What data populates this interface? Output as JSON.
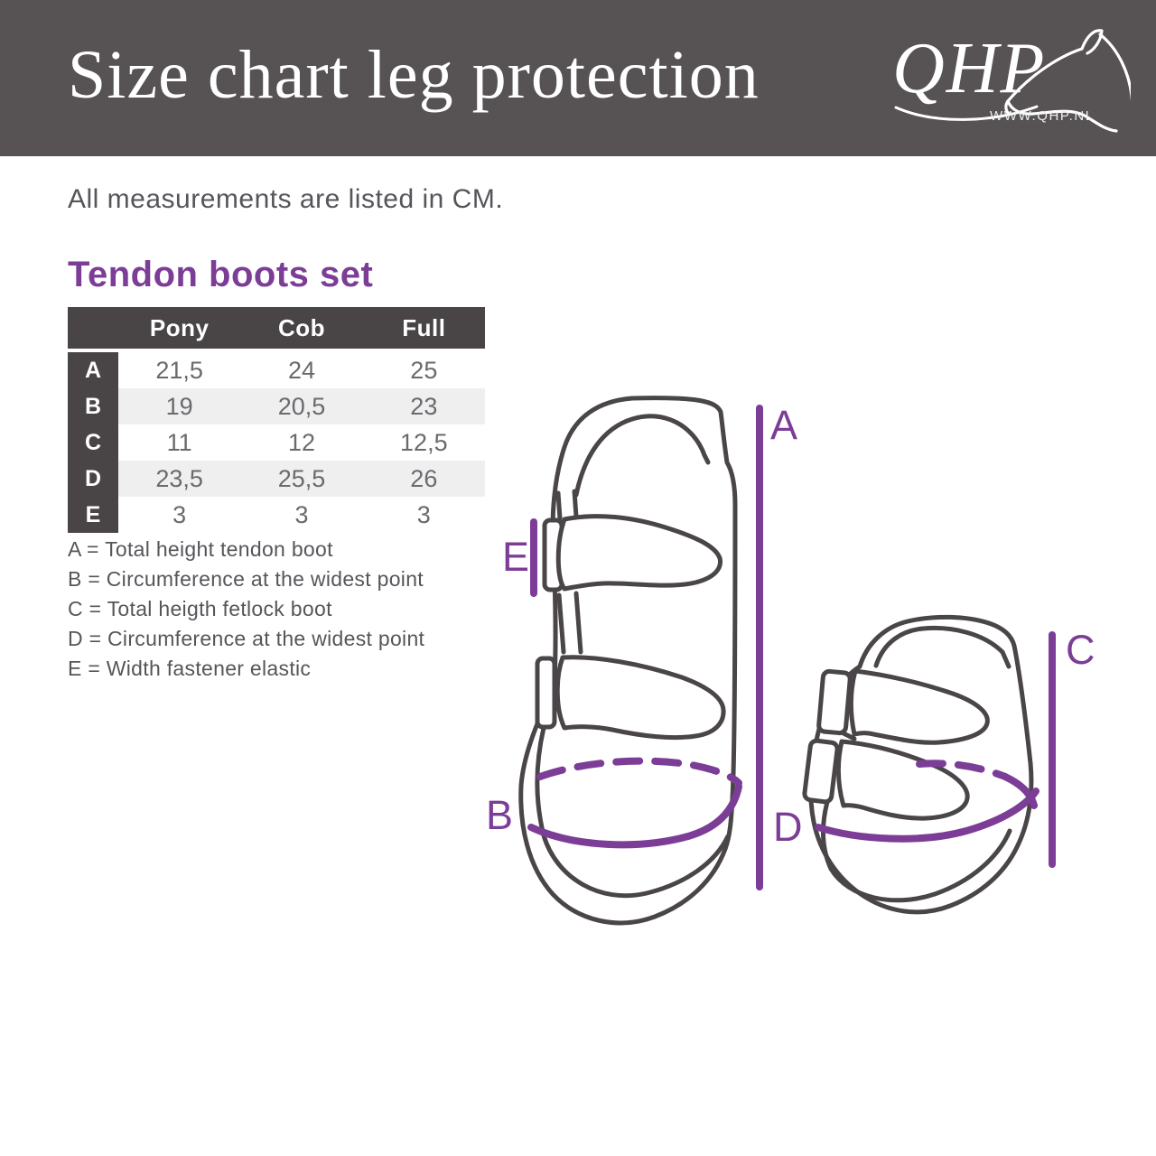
{
  "header": {
    "title": "Size chart leg protection",
    "logo": {
      "text": "QHP",
      "url": "WWW.QHP.NL"
    }
  },
  "note": "All measurements are listed in CM.",
  "section_title": "Tendon boots set",
  "table": {
    "columns": [
      "Pony",
      "Cob",
      "Full"
    ],
    "rows": [
      {
        "label": "A",
        "values": [
          "21,5",
          "24",
          "25"
        ]
      },
      {
        "label": "B",
        "values": [
          "19",
          "20,5",
          "23"
        ]
      },
      {
        "label": "C",
        "values": [
          "11",
          "12",
          "12,5"
        ]
      },
      {
        "label": "D",
        "values": [
          "23,5",
          "25,5",
          "26"
        ]
      },
      {
        "label": "E",
        "values": [
          "3",
          "3",
          "3"
        ]
      }
    ]
  },
  "legend": [
    "A = Total height tendon boot",
    "B = Circumference at the widest point",
    "C = Total heigth fetlock boot",
    "D = Circumference at the widest point",
    "E = Width fastener elastic"
  ],
  "diagram": {
    "markers": {
      "A": "A",
      "B": "B",
      "C": "C",
      "D": "D",
      "E": "E"
    }
  },
  "colors": {
    "header_bg": "#575254",
    "table_dark": "#494546",
    "row_stripe": "#f0eff0",
    "accent_purple": "#7c3d96",
    "sketch_gray": "#494548"
  }
}
